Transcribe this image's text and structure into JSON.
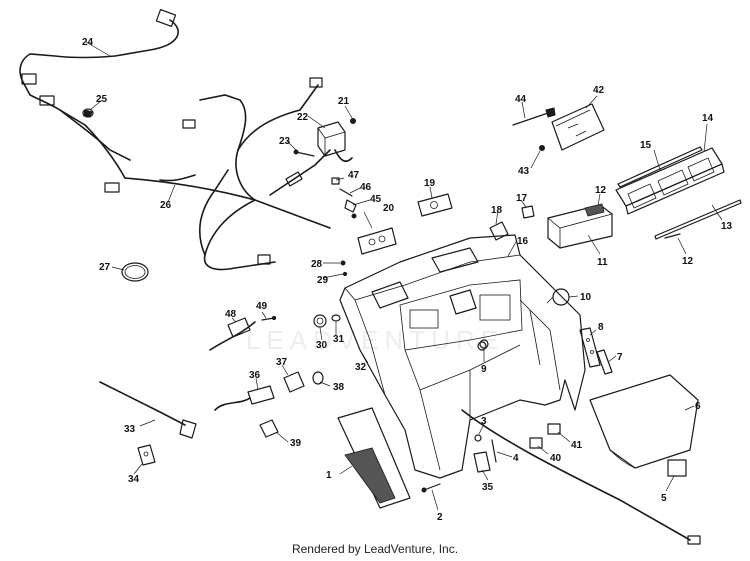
{
  "diagram": {
    "callouts": [
      {
        "id": "1",
        "label": "1"
      },
      {
        "id": "2",
        "label": "2"
      },
      {
        "id": "3",
        "label": "3"
      },
      {
        "id": "4",
        "label": "4"
      },
      {
        "id": "5",
        "label": "5"
      },
      {
        "id": "6",
        "label": "6"
      },
      {
        "id": "7",
        "label": "7"
      },
      {
        "id": "8",
        "label": "8"
      },
      {
        "id": "9",
        "label": "9"
      },
      {
        "id": "10",
        "label": "10"
      },
      {
        "id": "11",
        "label": "11"
      },
      {
        "id": "12a",
        "label": "12"
      },
      {
        "id": "12b",
        "label": "12"
      },
      {
        "id": "13",
        "label": "13"
      },
      {
        "id": "14",
        "label": "14"
      },
      {
        "id": "15",
        "label": "15"
      },
      {
        "id": "16",
        "label": "16"
      },
      {
        "id": "17",
        "label": "17"
      },
      {
        "id": "18",
        "label": "18"
      },
      {
        "id": "19",
        "label": "19"
      },
      {
        "id": "20",
        "label": "20"
      },
      {
        "id": "21",
        "label": "21"
      },
      {
        "id": "22",
        "label": "22"
      },
      {
        "id": "23",
        "label": "23"
      },
      {
        "id": "24",
        "label": "24"
      },
      {
        "id": "25",
        "label": "25"
      },
      {
        "id": "26",
        "label": "26"
      },
      {
        "id": "27",
        "label": "27"
      },
      {
        "id": "28",
        "label": "28"
      },
      {
        "id": "29",
        "label": "29"
      },
      {
        "id": "30",
        "label": "30"
      },
      {
        "id": "31",
        "label": "31"
      },
      {
        "id": "32",
        "label": "32"
      },
      {
        "id": "33",
        "label": "33"
      },
      {
        "id": "34",
        "label": "34"
      },
      {
        "id": "35",
        "label": "35"
      },
      {
        "id": "36",
        "label": "36"
      },
      {
        "id": "37",
        "label": "37"
      },
      {
        "id": "38",
        "label": "38"
      },
      {
        "id": "39",
        "label": "39"
      },
      {
        "id": "40",
        "label": "40"
      },
      {
        "id": "41",
        "label": "41"
      },
      {
        "id": "42",
        "label": "42"
      },
      {
        "id": "43",
        "label": "43"
      },
      {
        "id": "44",
        "label": "44"
      },
      {
        "id": "45",
        "label": "45"
      },
      {
        "id": "46",
        "label": "46"
      },
      {
        "id": "47",
        "label": "47"
      },
      {
        "id": "48",
        "label": "48"
      },
      {
        "id": "49",
        "label": "49"
      }
    ]
  },
  "watermark": "LEADVENTURE",
  "footer": {
    "text": "Rendered by LeadVenture, Inc."
  }
}
